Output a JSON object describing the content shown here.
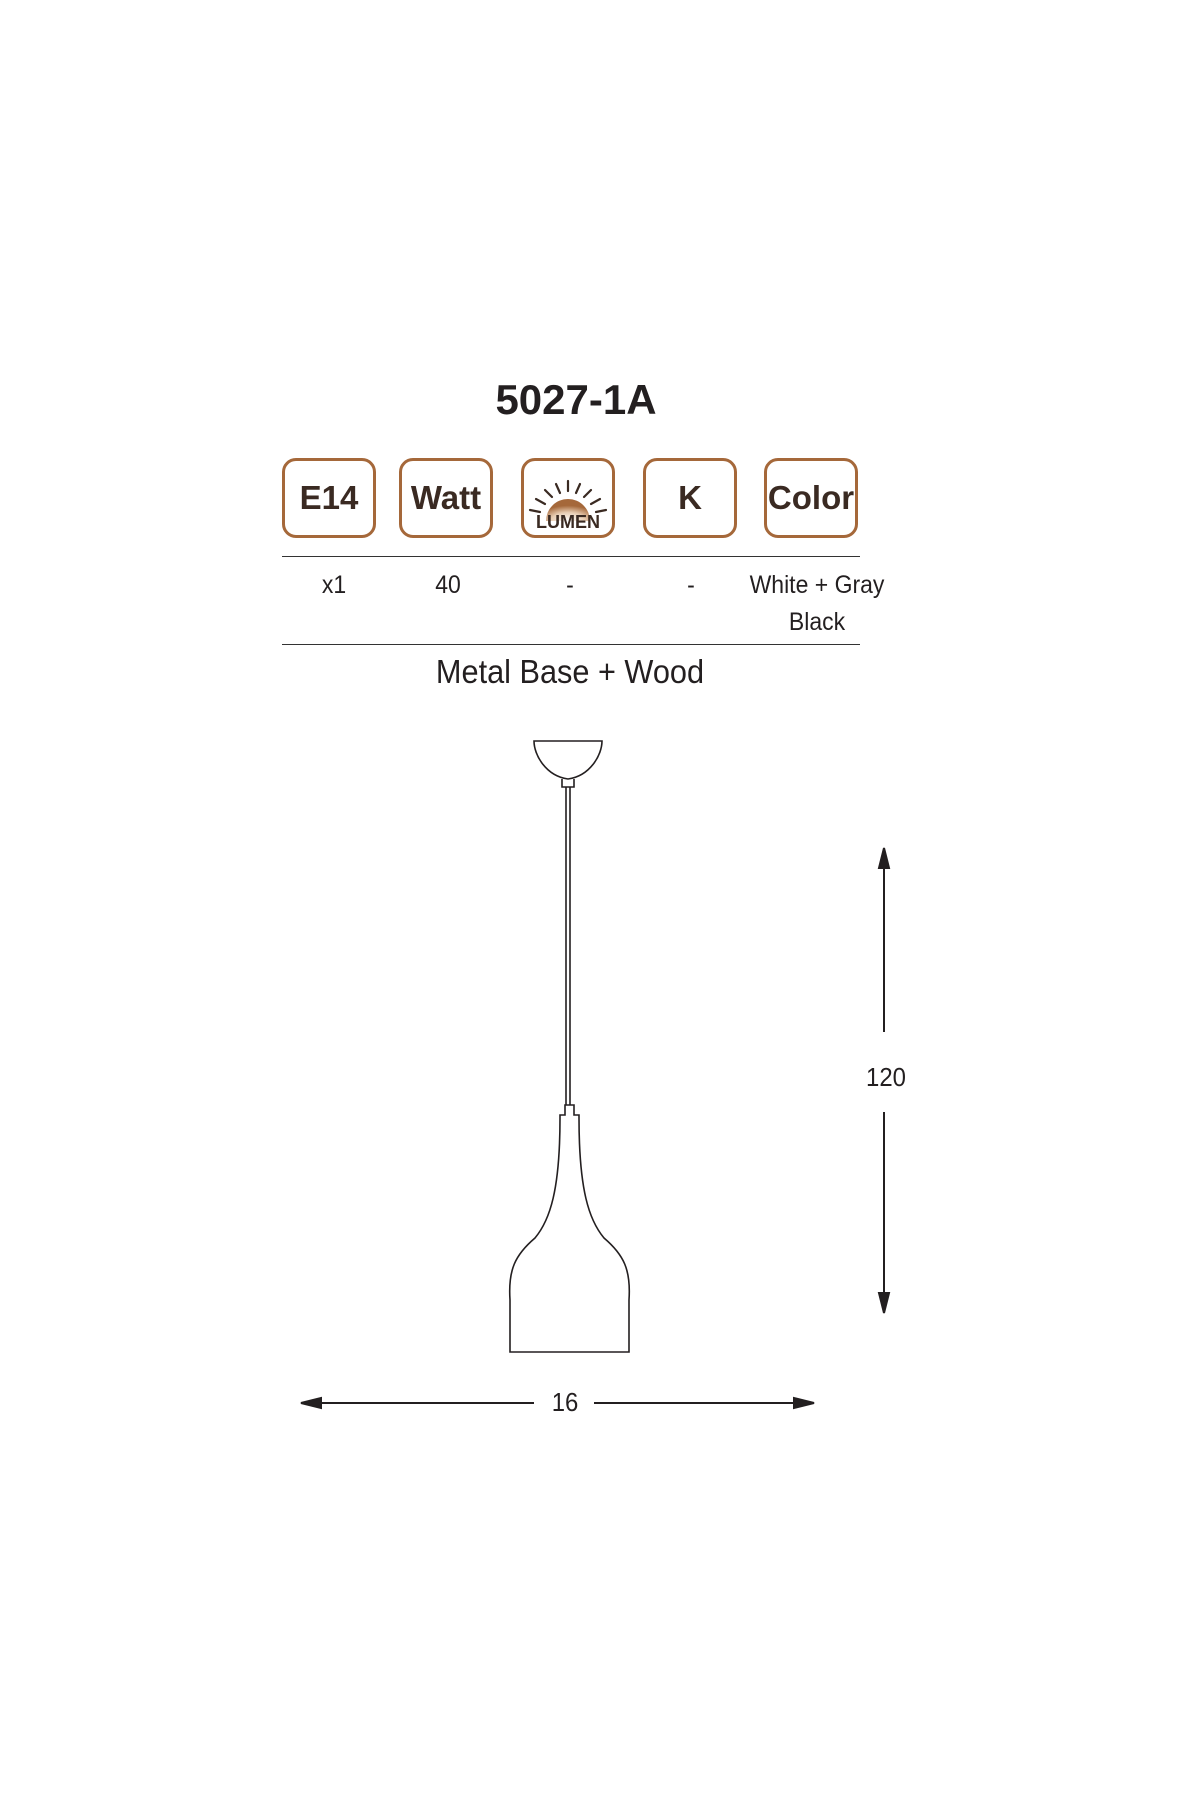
{
  "title": "5027-1A",
  "badges": {
    "socket": "E14",
    "watt": "Watt",
    "lumen": "LUMEN",
    "kelvin": "K",
    "color": "Color"
  },
  "values": {
    "socket": "x1",
    "watt": "40",
    "lumen": "-",
    "kelvin": "-",
    "color_line1": "White + Gray",
    "color_line2": "Black"
  },
  "material": "Metal Base + Wood",
  "dimensions": {
    "height": "120",
    "width": "16"
  },
  "colors": {
    "badge_border": "#a5683a",
    "badge_text": "#3a2a22",
    "line": "#231f20"
  }
}
